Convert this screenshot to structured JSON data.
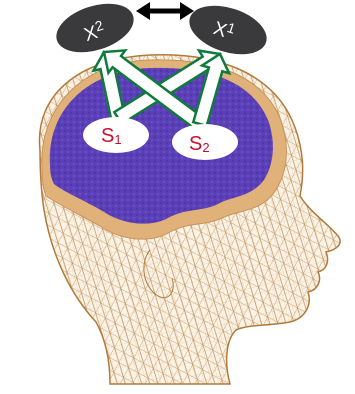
{
  "diagram": {
    "sensors": [
      {
        "id": "s1",
        "letter": "S",
        "subscript": "1"
      },
      {
        "id": "s2",
        "letter": "S",
        "subscript": "2"
      }
    ],
    "sources": [
      {
        "id": "x2",
        "letter": "X",
        "subscript": "2"
      },
      {
        "id": "x1",
        "letter": "X",
        "subscript": "1"
      }
    ],
    "connections": [
      {
        "from": "s1",
        "to": "x2"
      },
      {
        "from": "s1",
        "to": "x1"
      },
      {
        "from": "s2",
        "to": "x2"
      },
      {
        "from": "s2",
        "to": "x1"
      }
    ],
    "dependency": {
      "between": [
        "x2",
        "x1"
      ],
      "style": "double-arrow"
    },
    "colors": {
      "head_wire": "#b07a3c",
      "head_fill": "#fbf3e6",
      "brain": "#5a3fb6",
      "brain_rim": "#e0b27a",
      "source_fill": "#3a3a3c",
      "sensor_text": "#c8102e",
      "arrow_fill": "#ffffff",
      "arrow_stroke": "#0f7a3c"
    }
  }
}
